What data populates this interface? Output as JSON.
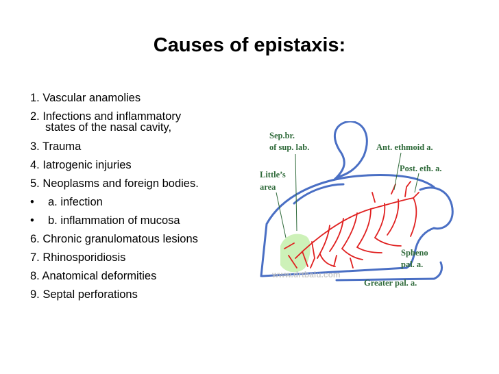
{
  "slide": {
    "title": "Causes of epistaxis:",
    "items": [
      {
        "text": "1. Vascular anamolies"
      },
      {
        "text": "2. Infections and inflammatory",
        "cont": "states of the nasal cavity,"
      },
      {
        "text": "3. Trauma"
      },
      {
        "text": "4. Iatrogenic injuries"
      },
      {
        "text": "5. Neoplasms and foreign bodies."
      },
      {
        "text": "a. infection",
        "bullet": "•"
      },
      {
        "text": "b. inflammation of mucosa",
        "bullet": "•"
      },
      {
        "text": "6. Chronic granulomatous lesions"
      },
      {
        "text": "7. Rhinosporidiosis"
      },
      {
        "text": "8. Anatomical deformities"
      },
      {
        "text": "9. Septal perforations"
      }
    ]
  },
  "figure": {
    "labels": {
      "sep_br_1": "Sep.br.",
      "sep_br_2": "of sup. lab.",
      "ant_ethmoid": "Ant. ethmoid a.",
      "littles_1": "Little’s",
      "littles_2": "area",
      "post_eth": "Post. eth. a.",
      "spheno_1": "Spheno",
      "spheno_2": "pal. a.",
      "greater_pal": "Greater pal. a.",
      "watermark": "www.drtbalu.com"
    },
    "colors": {
      "outline": "#4a6fc4",
      "artery": "#e02020",
      "littles_area": "#c8efb0",
      "label": "#2f6a3a"
    }
  }
}
